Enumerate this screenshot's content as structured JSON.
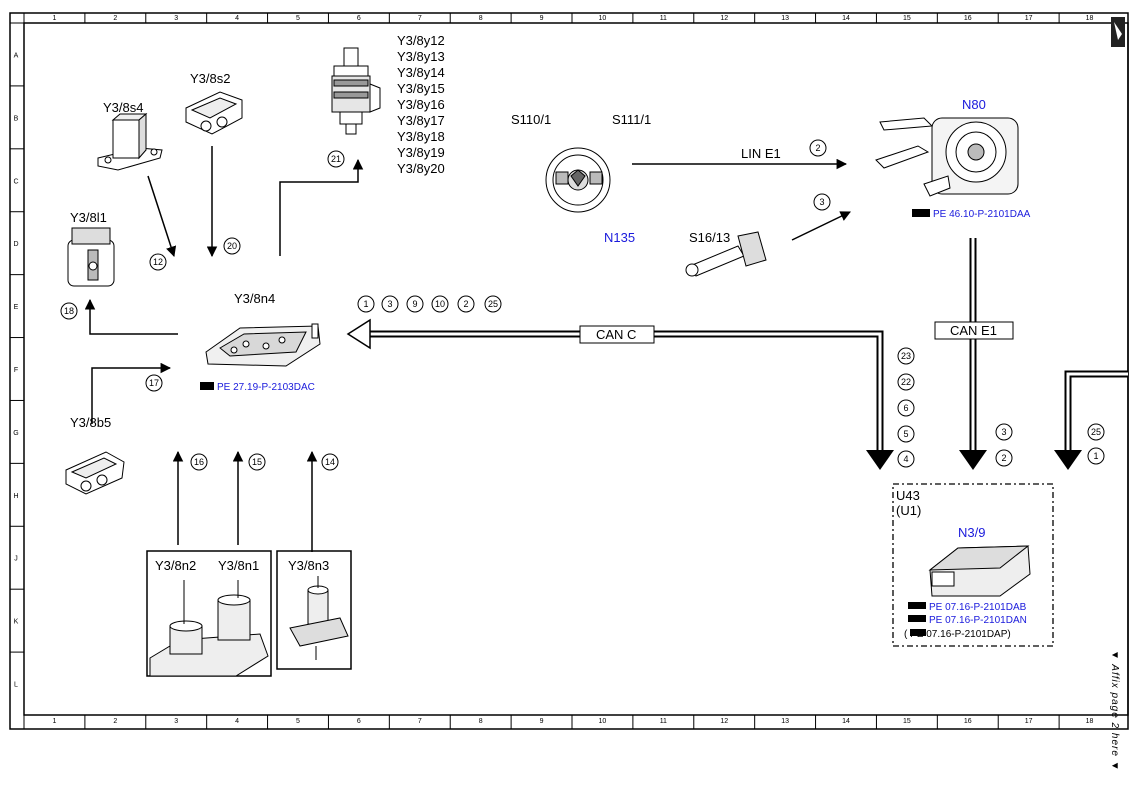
{
  "grid": {
    "columns": [
      "1",
      "2",
      "3",
      "4",
      "5",
      "6",
      "7",
      "8",
      "9",
      "10",
      "11",
      "12",
      "13",
      "14",
      "15",
      "16",
      "17",
      "18"
    ],
    "rows": [
      "A",
      "B",
      "C",
      "D",
      "E",
      "F",
      "G",
      "H",
      "J",
      "K",
      "L"
    ]
  },
  "components": {
    "y3_8s4": "Y3/8s4",
    "y3_8s2": "Y3/8s2",
    "y3_8l1": "Y3/8l1",
    "y3_8n4": "Y3/8n4",
    "y3_8b5": "Y3/8b5",
    "y3_8n2": "Y3/8n2",
    "y3_8n1": "Y3/8n1",
    "y3_8n3": "Y3/8n3",
    "s110_1": "S110/1",
    "s111_1": "S111/1",
    "n135": "N135",
    "s16_13": "S16/13",
    "n80": "N80",
    "u43": "U43",
    "u1": "(U1)",
    "n3_9": "N3/9"
  },
  "valves": [
    "Y3/8y12",
    "Y3/8y13",
    "Y3/8y14",
    "Y3/8y15",
    "Y3/8y16",
    "Y3/8y17",
    "Y3/8y18",
    "Y3/8y19",
    "Y3/8y20"
  ],
  "buses": {
    "lin_e1": "LIN E1",
    "can_c": "CAN C",
    "can_e1": "CAN E1"
  },
  "references": {
    "n80_ref": "PE 46.10-P-2101DAA",
    "n4_ref": "PE 27.19-P-2103DAC",
    "n3_9_ref1": "PE 07.16-P-2101DAB",
    "n3_9_ref2": "PE 07.16-P-2101DAN",
    "n3_9_ref3": "(     PE 07.16-P-2101DAP)"
  },
  "markers": {
    "m12": "12",
    "m20": "20",
    "m21": "21",
    "m2a": "2",
    "m3a": "3",
    "m18": "18",
    "m17": "17",
    "m16": "16",
    "m15": "15",
    "m14": "14",
    "c1": "1",
    "c3": "3",
    "c9": "9",
    "c10": "10",
    "c2": "2",
    "c25": "25",
    "s23": "23",
    "s22": "22",
    "s6": "6",
    "s5": "5",
    "s4": "4",
    "t3": "3",
    "t2": "2",
    "u25": "25",
    "u1": "1"
  },
  "side_note": "▼ Affix page 2 here ▼",
  "colors": {
    "line": "#000000",
    "link": "#1a1adc",
    "background": "#ffffff"
  }
}
